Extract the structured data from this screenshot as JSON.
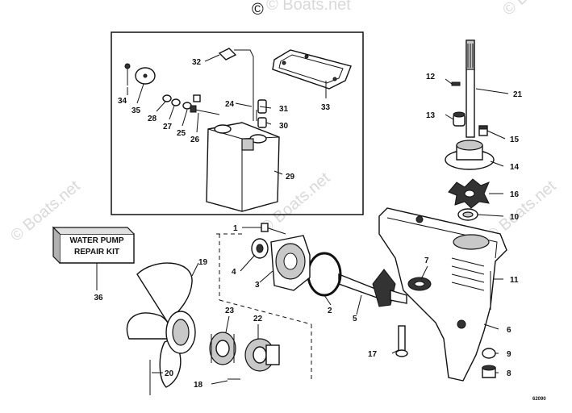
{
  "copyright_mark": "©",
  "watermark_text": "© Boats.net",
  "kit_box": {
    "line1": "WATER PUMP",
    "line2": "REPAIR KIT",
    "ref": "36"
  },
  "drawing_code": "62090",
  "callouts": [
    "1",
    "2",
    "3",
    "4",
    "5",
    "6",
    "7",
    "8",
    "9",
    "10",
    "11",
    "12",
    "13",
    "14",
    "15",
    "16",
    "17",
    "18",
    "19",
    "20",
    "21",
    "22",
    "23",
    "24",
    "25",
    "26",
    "27",
    "28",
    "29",
    "30",
    "31",
    "32",
    "33",
    "34",
    "35"
  ]
}
